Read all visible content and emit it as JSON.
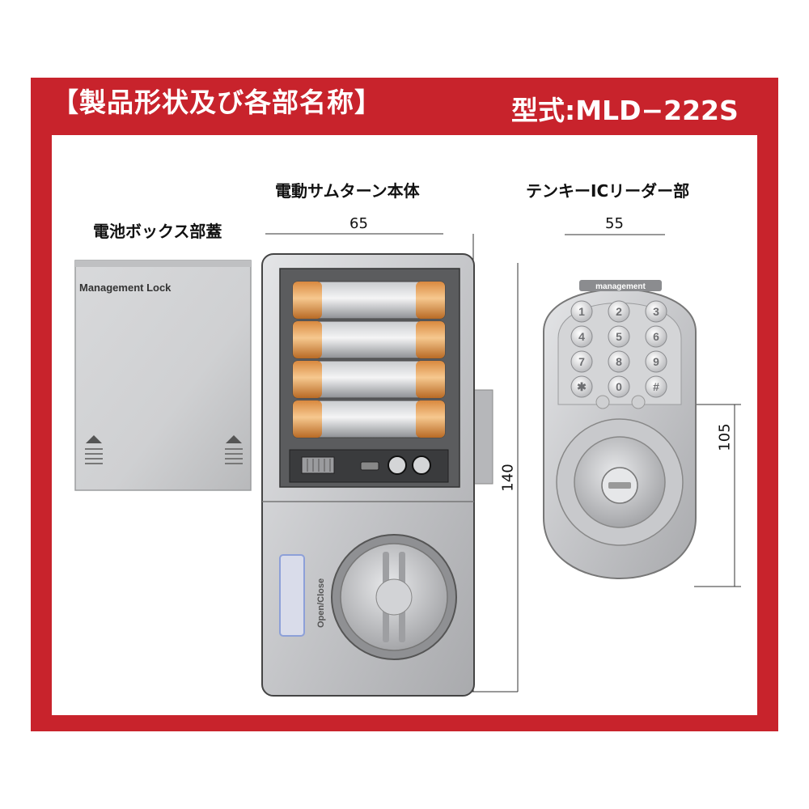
{
  "header": {
    "title": "【製品形状及び各部名称】",
    "model": "型式:MLD−222S"
  },
  "parts": {
    "battery_cover": {
      "label": "電池ボックス部蓋",
      "brand": "Management Lock"
    },
    "thumb_turn_body": {
      "label": "電動サムターン本体",
      "width": "65",
      "height": "140",
      "button_label": "Open/Close"
    },
    "keypad_reader": {
      "label": "テンキーICリーダー部",
      "width": "55",
      "height": "105",
      "brand": "management",
      "keys": [
        "1",
        "2",
        "3",
        "4",
        "5",
        "6",
        "7",
        "8",
        "9",
        "✱",
        "0",
        "#"
      ]
    }
  },
  "colors": {
    "frame": "#c8232c",
    "metal": "#c9cacc",
    "battery": "#e8a35a"
  }
}
